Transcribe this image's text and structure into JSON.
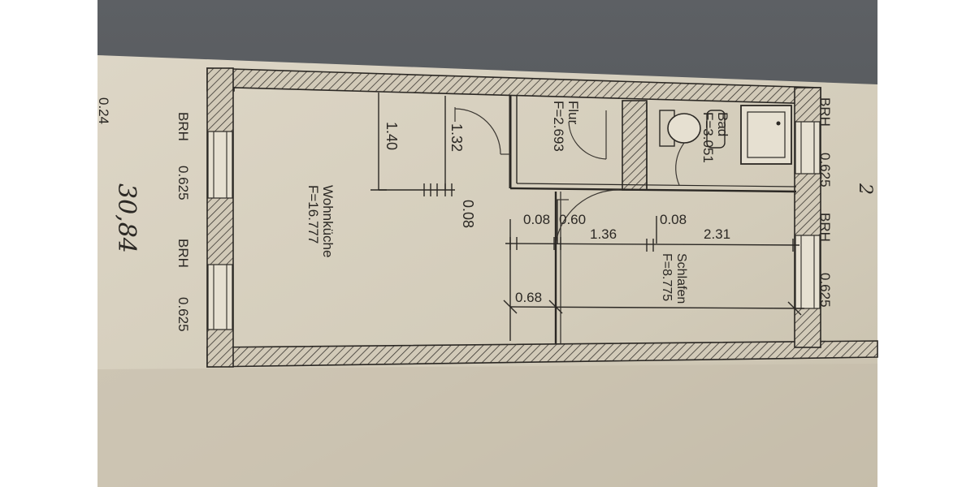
{
  "margin_labels": {
    "left_top": "0.24",
    "left_brh_1": "BRH",
    "left_val_1": "0.625",
    "left_brh_2": "BRH",
    "left_val_2": "0.625",
    "right_brh_1": "BRH",
    "right_val_1": "0.625",
    "right_brh_2": "BRH",
    "right_val_2": "0.625"
  },
  "handwriting": {
    "area_total": "30,84",
    "page_mark": "2"
  },
  "rooms": {
    "wohnkueche": {
      "name": "Wohnküche",
      "area": "F=16.777"
    },
    "flur": {
      "name": "Flur",
      "area": "F=2.693"
    },
    "bad": {
      "name": "Bad",
      "area": "F=3.051"
    },
    "schlafen": {
      "name": "Schlafen",
      "area": "F=8.775"
    }
  },
  "dimensions": {
    "d_1_40": "1.40",
    "d_1_32": "1.32",
    "d_0_08_a": "0.08",
    "d_0_08_b": "0.08",
    "d_0_60": "0.60",
    "d_1_36": "1.36",
    "d_0_08_c": "0.08",
    "d_2_31": "2.31",
    "d_0_68": "0.68"
  },
  "colors": {
    "desk": "#595c60",
    "paper": "#d7d0bf",
    "paper_light": "#e8e2d4",
    "ink": "#2b2824"
  }
}
